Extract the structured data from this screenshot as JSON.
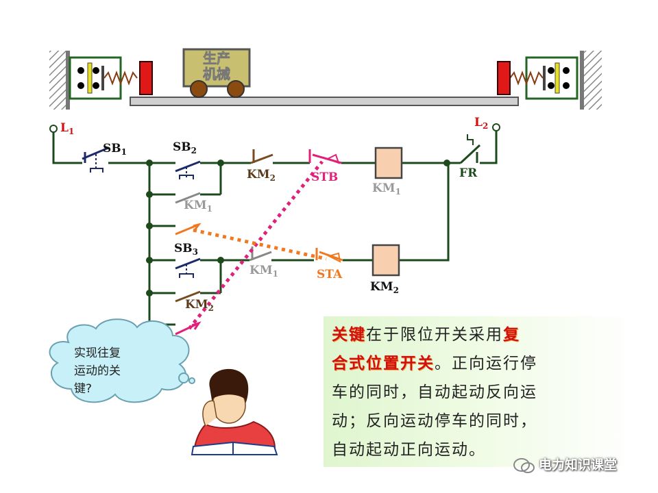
{
  "machine": {
    "line1": "生产",
    "line2": "机械"
  },
  "labels": {
    "L1": "L",
    "L1_sub": "1",
    "L2": "L",
    "L2_sub": "2",
    "SB1": "SB",
    "SB1_sub": "1",
    "SB2": "SB",
    "SB2_sub": "2",
    "SB3": "SB",
    "SB3_sub": "3",
    "KM2_top": "KM",
    "KM2_top_sub": "2",
    "STB": "STB",
    "KM1_coil": "KM",
    "KM1_coil_sub": "1",
    "FR": "FR",
    "KM1_hold": "KM",
    "KM1_hold_sub": "1",
    "KM1_mid": "KM",
    "KM1_mid_sub": "1",
    "STA": "STA",
    "KM2_coil": "KM",
    "KM2_coil_sub": "2",
    "KM2_hold": "KM",
    "KM2_hold_sub": "2"
  },
  "bubble": {
    "line1": "实现往复",
    "line2": "运动的关",
    "line3": "键?"
  },
  "note": {
    "l1_hl": "关键",
    "l1_rest": "在于限位开关采用",
    "l1_hl2": "复",
    "l2_hl": "合式位置开关",
    "l2_rest": "。正向运行停",
    "l3": "车的同时，自动起动反向运",
    "l4": "动；反向运动停车的同时，",
    "l5": "自动起动正向运动。"
  },
  "watermark": "电力知识课堂",
  "colors": {
    "wire": "#1c4a1c",
    "highlight": "#d01010",
    "stb": "#e0207a",
    "sta": "#f07820",
    "coil": "#f8d0b0",
    "limit_block": "#e01818",
    "machine": "#c8c070"
  }
}
